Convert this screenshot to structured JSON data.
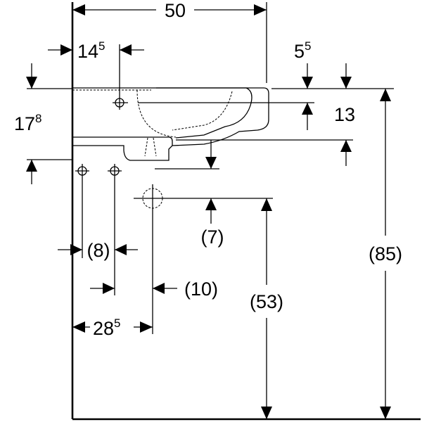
{
  "dimensions": {
    "width_total": "50",
    "offset_left": {
      "main": "14",
      "sup": "5"
    },
    "overhang_right": {
      "main": "5",
      "sup": "5"
    },
    "rim_height": {
      "main": "17",
      "sup": "8"
    },
    "bowl_depth": "13",
    "waste_offset": "(7)",
    "tap_spacing": "(8)",
    "waste_from_tap": "(10)",
    "waste_from_wall": {
      "main": "28",
      "sup": "5"
    },
    "waste_height": "(53)",
    "rim_from_floor": "(85)"
  }
}
